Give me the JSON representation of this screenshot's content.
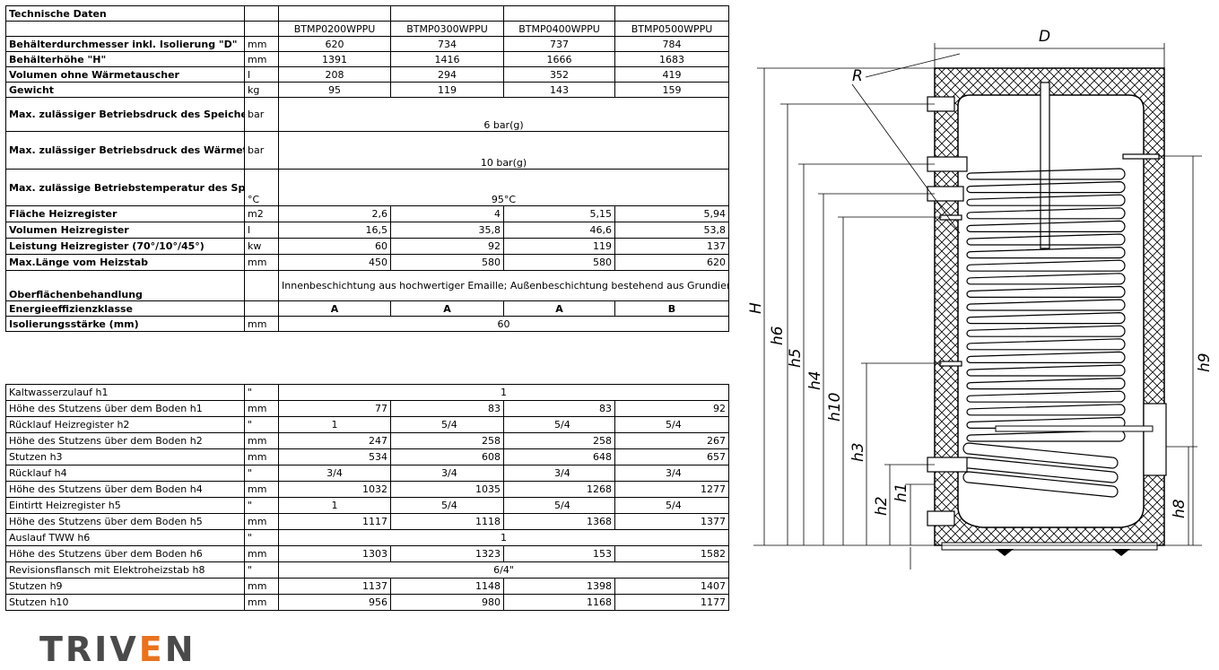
{
  "table1": {
    "title": "Technische Daten",
    "models": [
      "BTMP0200WPPU",
      "BTMP0300WPPU",
      "BTMP0400WPPU",
      "BTMP0500WPPU"
    ],
    "rows": [
      {
        "label": "Behälterdurchmesser inkl. Isolierung \"D\"",
        "unit": "mm",
        "values": [
          "620",
          "734",
          "737",
          "784"
        ]
      },
      {
        "label": "Behälterhöhe \"H\"",
        "unit": "mm",
        "values": [
          "1391",
          "1416",
          "1666",
          "1683"
        ]
      },
      {
        "label": "Volumen ohne Wärmetauscher",
        "unit": "l",
        "values": [
          "208",
          "294",
          "352",
          "419"
        ]
      },
      {
        "label": "Gewicht",
        "unit": "kg",
        "values": [
          "95",
          "119",
          "143",
          "159"
        ]
      }
    ],
    "pressure_storage": {
      "label": "Max. zulässiger Betriebsdruck des Speichers",
      "unit": "bar",
      "value": "6 bar(g)"
    },
    "pressure_exchanger": {
      "label": "Max. zulässiger Betriebsdruck des Wärmetauschers horní/dolní",
      "unit": "bar",
      "value": "10 bar(g)"
    },
    "temperature": {
      "label": "Max. zulässige Betriebstemperatur des Speichers",
      "unit": "°C",
      "value": "95°C"
    },
    "rows2": [
      {
        "label": "Fläche Heizregister",
        "unit": "m2",
        "values": [
          "2,6",
          "4",
          "5,15",
          "5,94"
        ]
      },
      {
        "label": "Volumen Heizregister",
        "unit": "l",
        "values": [
          "16,5",
          "35,8",
          "46,6",
          "53,8"
        ]
      },
      {
        "label": "Leistung Heizregister (70°/10°/45°)",
        "unit": "kw",
        "values": [
          "60",
          "92",
          "119",
          "137"
        ]
      },
      {
        "label": "Max.Länge vom Heizstab",
        "unit": "mm",
        "values": [
          "450",
          "580",
          "580",
          "620"
        ]
      }
    ],
    "surface": {
      "label": "Oberflächenbehandlung",
      "value": "Innenbeschichtung aus hochwertiger Emaille; Außenbeschichtung bestehend aus Grundierung und schwarzem Decklack"
    },
    "energy": {
      "label": "Energieeffizienzklasse",
      "values": [
        "A",
        "A",
        "A",
        "B"
      ]
    },
    "insulation": {
      "label": "Isolierungsstärke (mm)",
      "unit": "mm",
      "value": "60"
    }
  },
  "table2": {
    "rows": [
      {
        "label": "Kaltwasserzulauf h1",
        "unit": "\"",
        "span": "1"
      },
      {
        "label": "Höhe des Stutzens über dem Boden h1",
        "unit": "mm",
        "values": [
          "77",
          "83",
          "83",
          "92"
        ]
      },
      {
        "label": "Rücklauf Heizregister h2",
        "unit": "\"",
        "values": [
          "1",
          "5/4",
          "5/4",
          "5/4"
        ],
        "align": "left"
      },
      {
        "label": "Höhe des Stutzens über dem Boden h2",
        "unit": "mm",
        "values": [
          "247",
          "258",
          "258",
          "267"
        ]
      },
      {
        "label": "Stutzen h3",
        "unit": "mm",
        "values": [
          "534",
          "608",
          "648",
          "657"
        ]
      },
      {
        "label": "Rücklauf h4",
        "unit": "\"",
        "values": [
          "3/4",
          "3/4",
          "3/4",
          "3/4"
        ],
        "align": "left"
      },
      {
        "label": "Höhe des Stutzens über dem Boden h4",
        "unit": "mm",
        "values": [
          "1032",
          "1035",
          "1268",
          "1277"
        ]
      },
      {
        "label": "Eintirtt Heizregister h5",
        "unit": "\"",
        "values": [
          "1",
          "5/4",
          "5/4",
          "5/4"
        ],
        "align": "left"
      },
      {
        "label": "Höhe des Stutzens über dem Boden h5",
        "unit": "mm",
        "values": [
          "1117",
          "1118",
          "1368",
          "1377"
        ]
      },
      {
        "label": "Auslauf TWW h6",
        "unit": "\"",
        "span": "1"
      },
      {
        "label": "Höhe des Stutzens über dem Boden h6",
        "unit": "mm",
        "values": [
          "1303",
          "1323",
          "153",
          "1582"
        ]
      },
      {
        "label": "Revisionsflansch mit Elektroheizstab h8",
        "unit": "\"",
        "span": "6/4\""
      },
      {
        "label": "Stutzen h9",
        "unit": "mm",
        "values": [
          "1137",
          "1148",
          "1398",
          "1407"
        ]
      },
      {
        "label": "Stutzen h10",
        "unit": "mm",
        "values": [
          "956",
          "980",
          "1168",
          "1177"
        ]
      }
    ]
  },
  "drawing": {
    "labels": {
      "D": "D",
      "R": "R",
      "H": "H",
      "h6": "h6",
      "h5": "h5",
      "h4": "h4",
      "h10": "h10",
      "h3": "h3",
      "h2": "h2",
      "h1": "h1",
      "h9": "h9",
      "h8": "h8"
    }
  },
  "logo": {
    "part1": "TRIV",
    "part2": "E",
    "part3": "N"
  }
}
